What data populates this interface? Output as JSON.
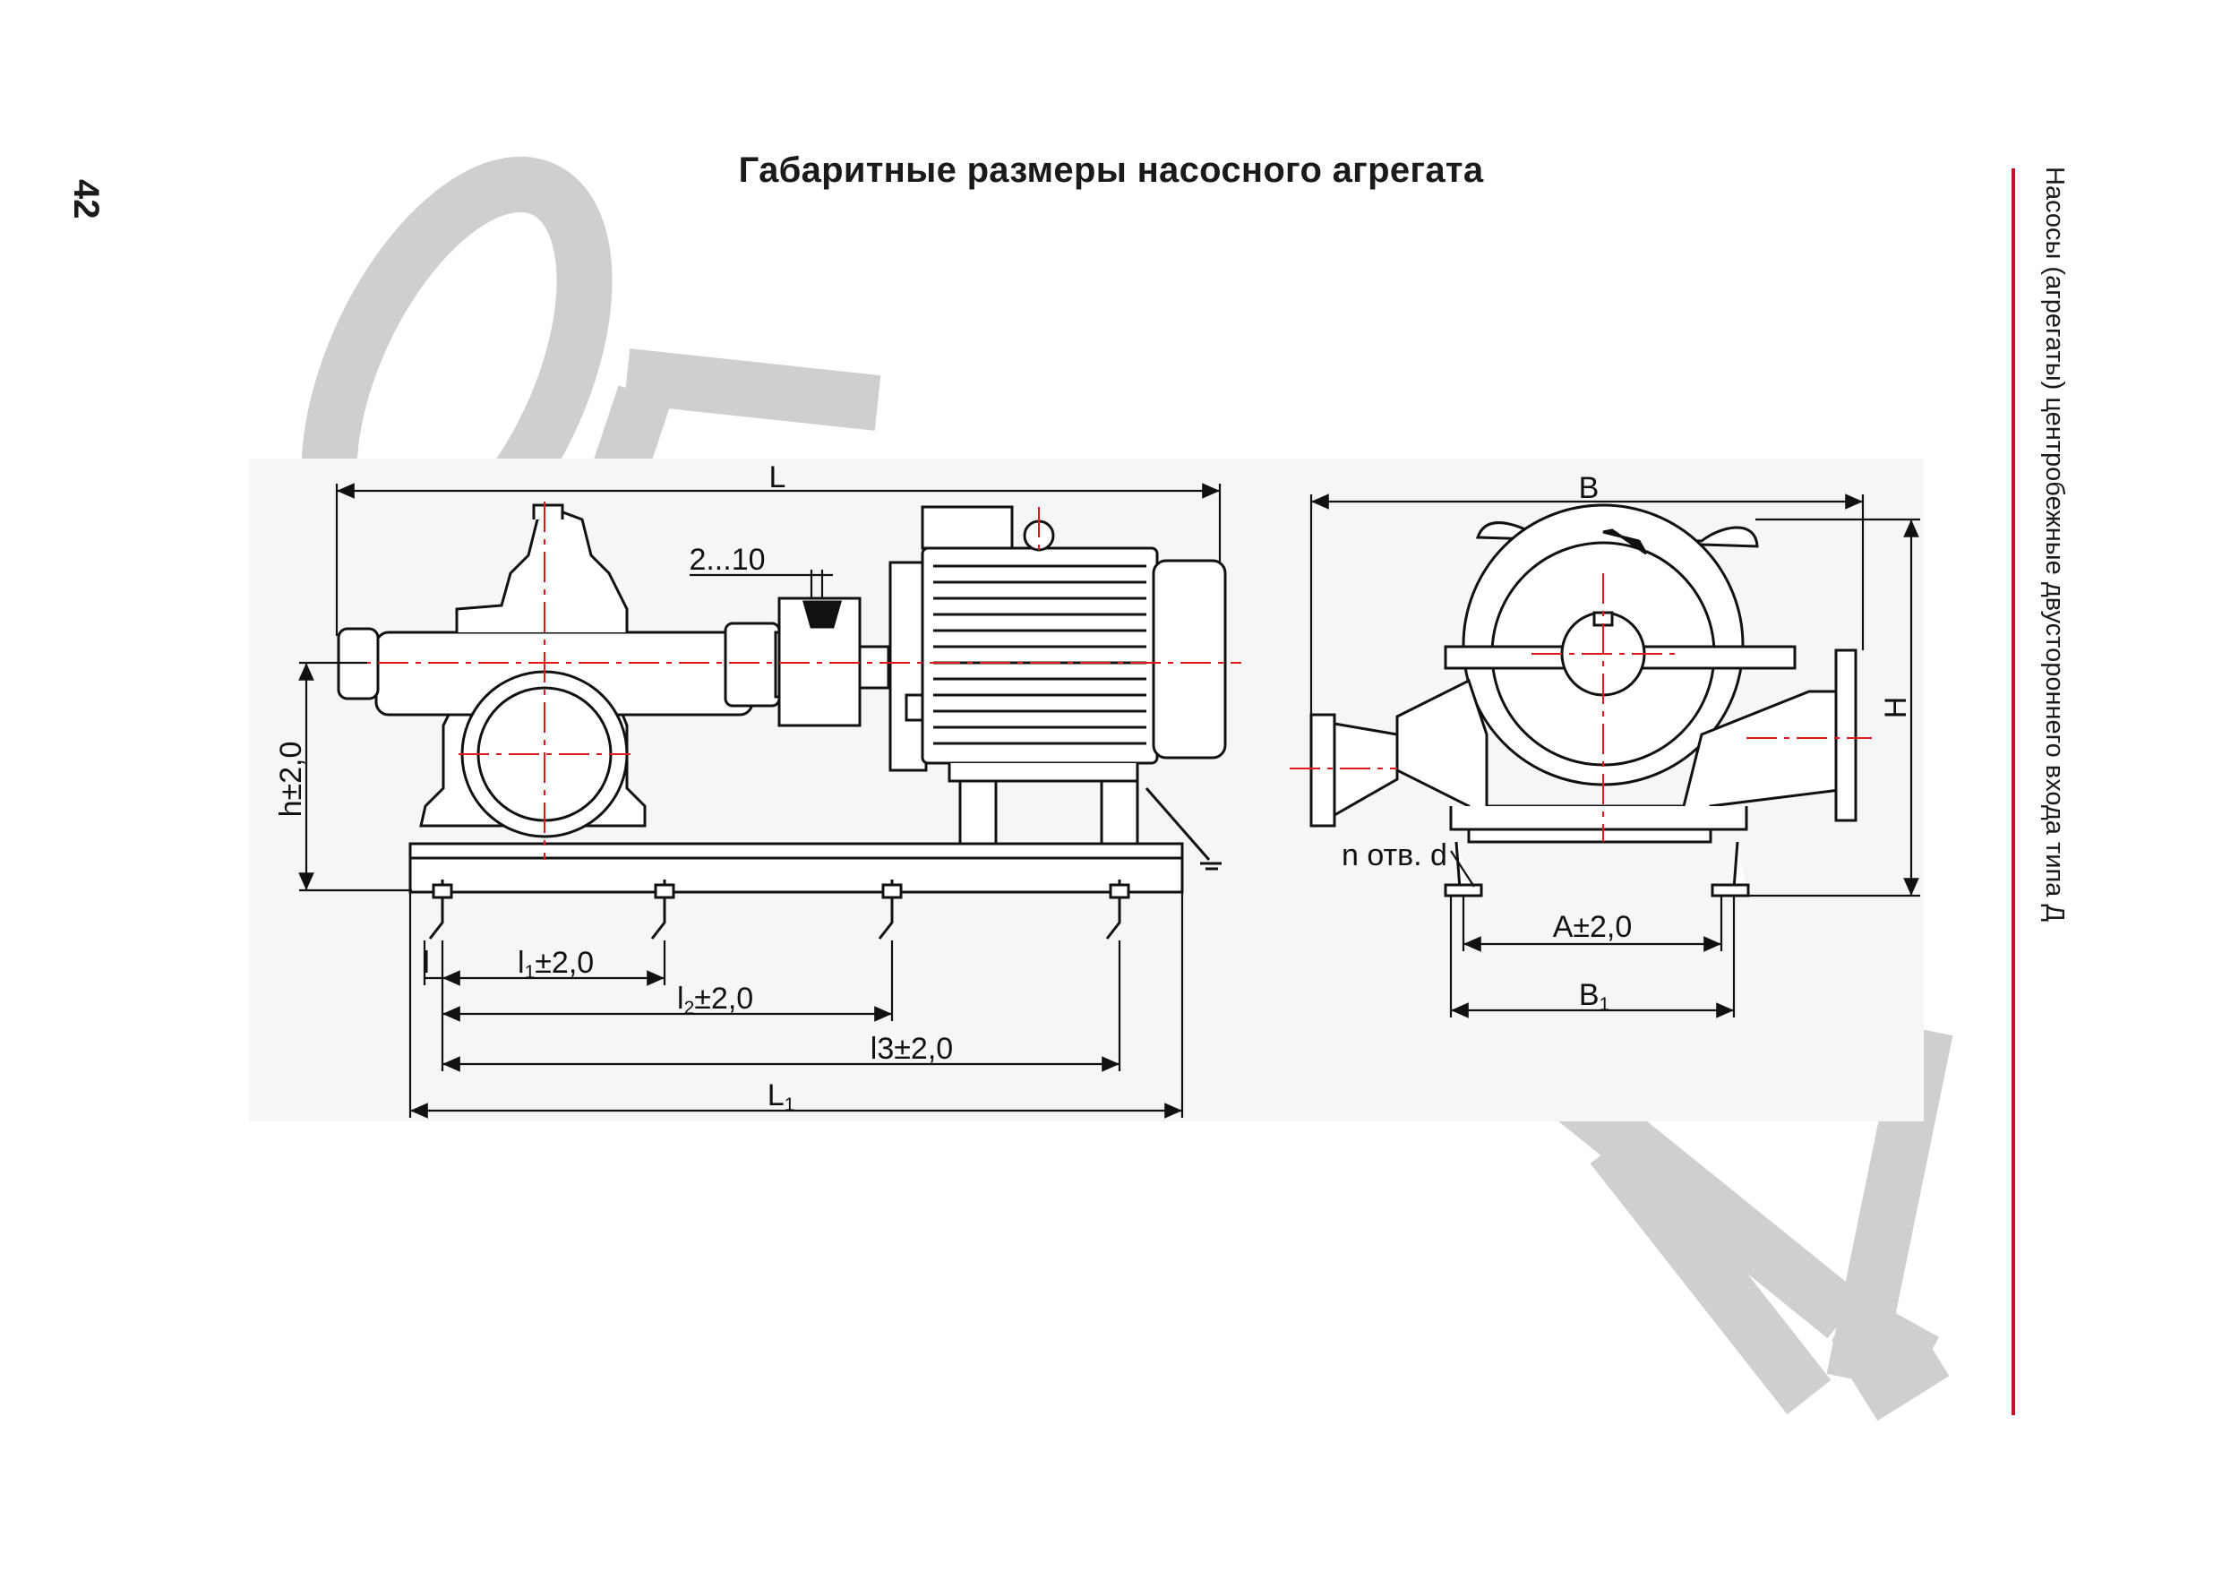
{
  "page": {
    "number": "42",
    "title": "Габаритные размеры насосного агрегата",
    "side_title": "Насосы (агрегаты) центробежные двустороннего входа типа Д",
    "watermark": "ОБРАЗЕЦ"
  },
  "colors": {
    "accent": "#c8102e",
    "centerline": "#e01a1a",
    "watermark": "#cfcfcf",
    "panel": "#f6f6f6"
  },
  "front_view": {
    "L": "L",
    "gap": "2...10",
    "h": "h±2,0",
    "l": "l",
    "l1_main": "l",
    "l1_sub": "1",
    "l1_tol": "±2,0",
    "l2_main": "l",
    "l2_sub": "2",
    "l2_tol": "±2,0",
    "l3": "l3±2,0",
    "L1_main": "L",
    "L1_sub": "1"
  },
  "side_view": {
    "B": "B",
    "H": "H",
    "holes": "n отв. d",
    "A": "A±2,0",
    "B1_main": "B",
    "B1_sub": "1"
  }
}
